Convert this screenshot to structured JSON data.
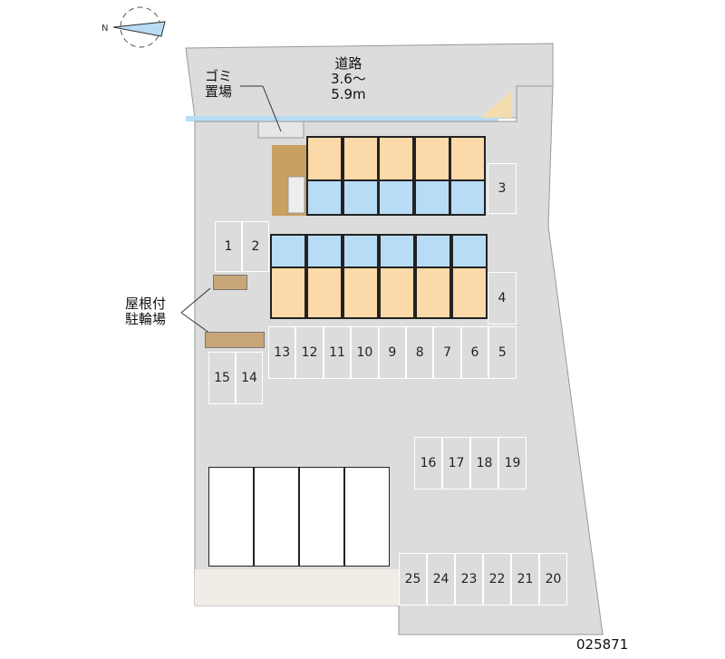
{
  "road": {
    "label": "道路",
    "width_line1": "3.6〜",
    "width_line2": "5.9m"
  },
  "garbage": {
    "line1": "ゴミ",
    "line2": "置場"
  },
  "bicycle": {
    "line1": "屋根付",
    "line2": "駐輪場"
  },
  "parking": {
    "p1": "1",
    "p2": "2",
    "p3": "3",
    "p4": "4",
    "row_a": [
      "13",
      "12",
      "11",
      "10",
      "9",
      "8",
      "7",
      "6",
      "5"
    ],
    "row_b": [
      "15",
      "14"
    ],
    "row_c": [
      "16",
      "17",
      "18",
      "19"
    ],
    "row_d": [
      "25",
      "24",
      "23",
      "22",
      "21",
      "20"
    ]
  },
  "property_code": "025871",
  "colors": {
    "ground": "#dcdcdc",
    "room": "#fbd9a8",
    "wet": "#b8dcf6",
    "bike": "#c9a678"
  }
}
